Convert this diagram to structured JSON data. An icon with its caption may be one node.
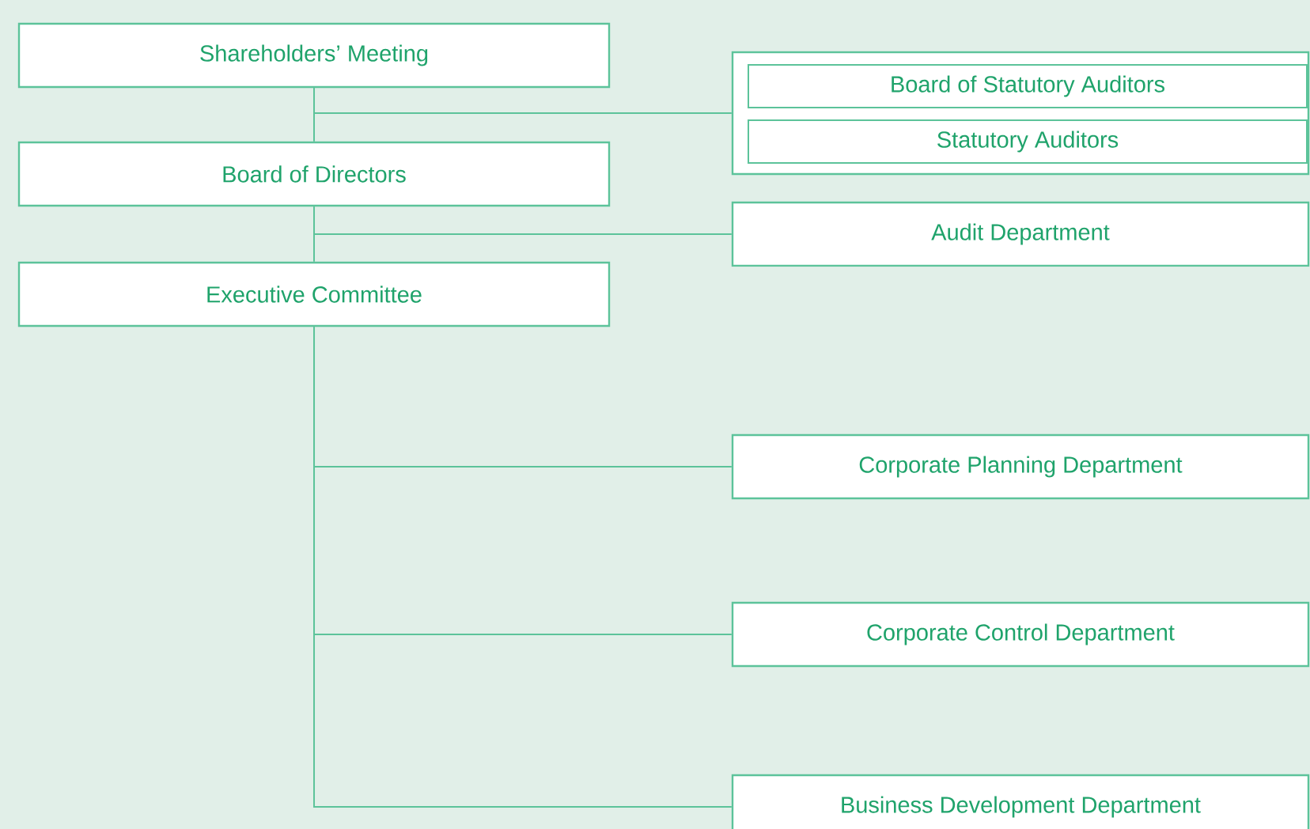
{
  "diagram": {
    "nodes": [
      {
        "text": [
          "Shareholders’ Meeting"
        ]
      },
      {
        "text": [
          "Board of Directors"
        ]
      },
      {
        "text": [
          "Executive Committee"
        ]
      },
      {
        "text": [],
        "shape": "box"
      },
      {
        "text": [
          "Board of Statutory Auditors"
        ],
        "in": 3
      },
      {
        "text": [
          "Statutory Auditors"
        ],
        "in": 3
      },
      {
        "text": [
          "Audit Department"
        ]
      },
      {
        "text": [
          "Corporate Planning Department"
        ]
      },
      {
        "text": [
          "Corporate Control Department"
        ]
      },
      {
        "text": [
          "Business Development Department"
        ]
      }
    ],
    "edges": [
      {
        "from": 0,
        "to": 1,
        "arrow": "none"
      },
      {
        "from": 1,
        "to": 2,
        "arrow": "none"
      },
      {
        "from": 0,
        "to": 3,
        "arrow": "none"
      },
      {
        "from": 1,
        "to": 6,
        "arrow": "none"
      },
      {
        "from": 2,
        "to": 7,
        "arrow": "none"
      },
      {
        "from": 2,
        "to": 8,
        "arrow": "none"
      },
      {
        "from": 2,
        "to": 9,
        "arrow": "none"
      }
    ]
  }
}
